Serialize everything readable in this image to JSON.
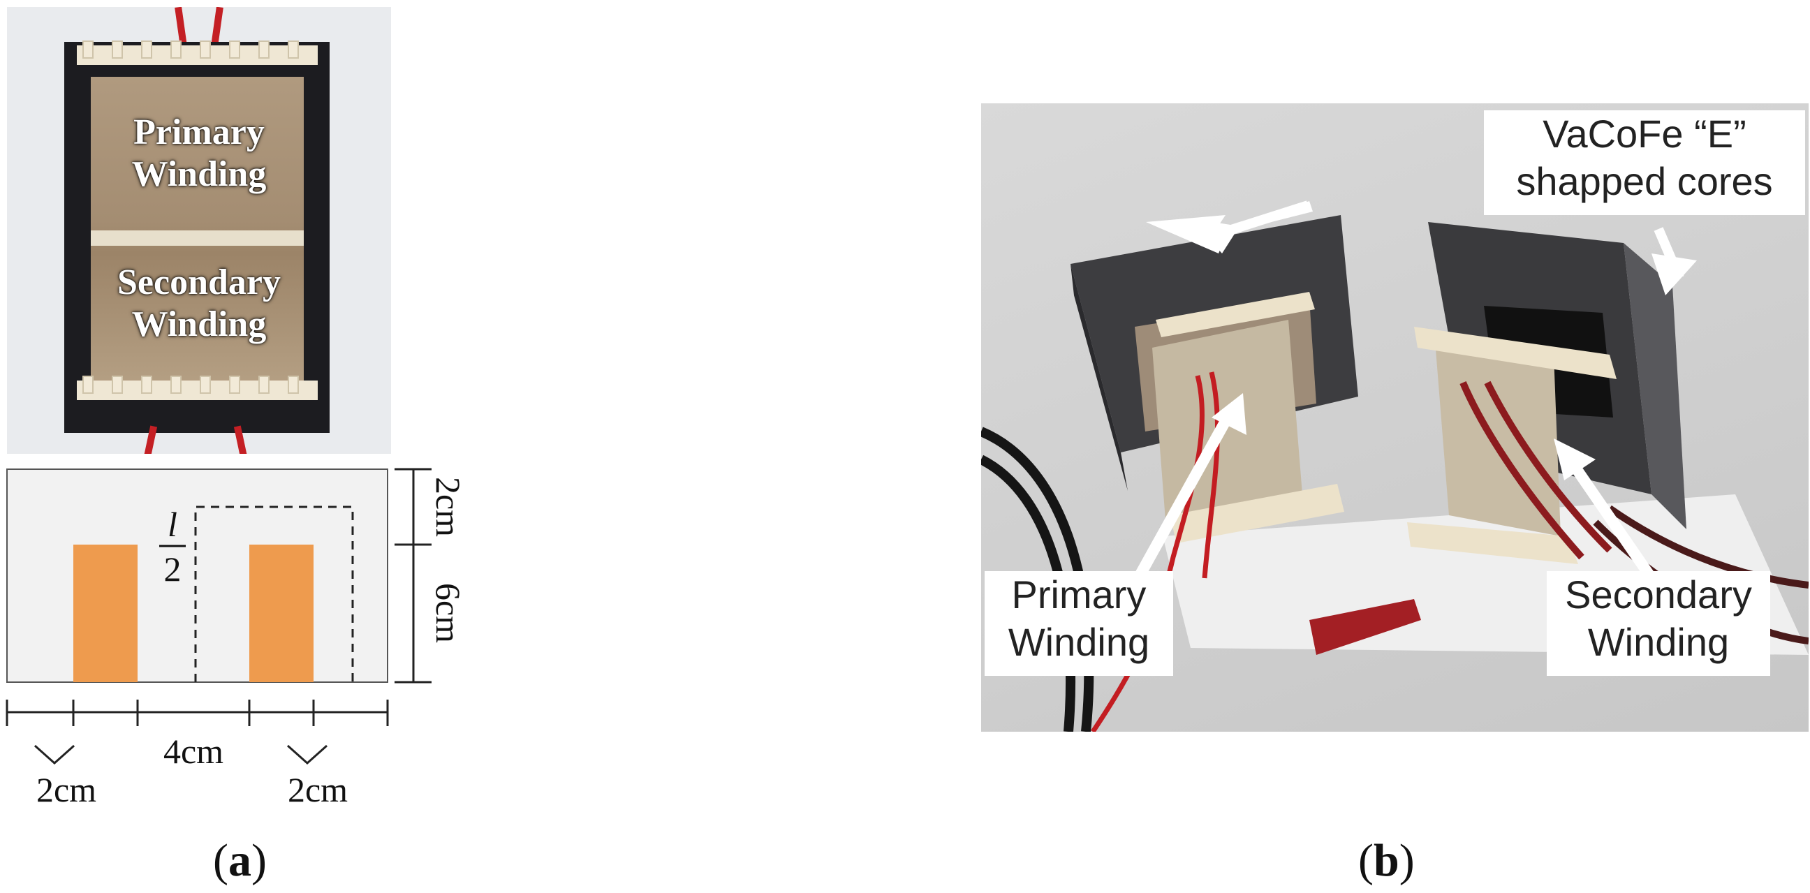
{
  "panel_a": {
    "photo_labels": {
      "primary_line1": "Primary",
      "primary_line2": "Winding",
      "secondary_line1": "Secondary",
      "secondary_line2": "Winding"
    },
    "diagram": {
      "fraction_numerator": "l",
      "fraction_denominator": "2",
      "dim_top_right": "2cm",
      "dim_right": "6cm",
      "dim_bottom_center": "4cm",
      "dim_bottom_left": "2cm",
      "dim_bottom_right": "2cm",
      "winding_color": "#EE9B4E"
    },
    "caption_open": "(",
    "caption_letter": "a",
    "caption_close": ")"
  },
  "panel_b": {
    "callout_cores_line1": "VaCoFe “E”",
    "callout_cores_line2": "shapped cores",
    "callout_primary_line1": "Primary",
    "callout_primary_line2": "Winding",
    "callout_secondary_line1": "Secondary",
    "callout_secondary_line2": "Winding",
    "caption_open": "(",
    "caption_letter": "b",
    "caption_close": ")"
  }
}
